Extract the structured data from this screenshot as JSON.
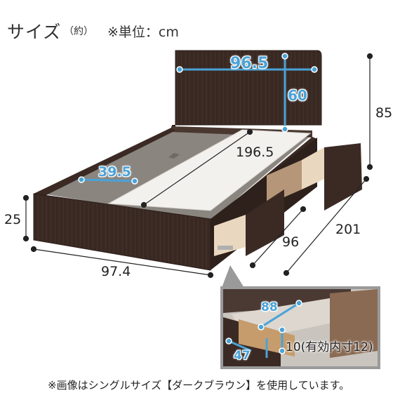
{
  "header": {
    "title": "サイズ",
    "approx": "（約）",
    "unit": "※単位：cm"
  },
  "dimensions": {
    "headboard_width": "96.5",
    "headboard_height": "60",
    "total_height": "85",
    "bed_length": "196.5",
    "storage_width": "39.5",
    "frame_height": "25",
    "frame_width": "97.4",
    "drawer_depth": "96",
    "total_length": "201"
  },
  "inset": {
    "width": "88",
    "depth": "47",
    "height": "10(有効内寸12)"
  },
  "footnote": "※画像はシングルサイズ【ダークブラウン】を使用しています。",
  "colors": {
    "frame": "#3a2a24",
    "interior": "#8a857f",
    "accent": "#4aa3d8"
  }
}
